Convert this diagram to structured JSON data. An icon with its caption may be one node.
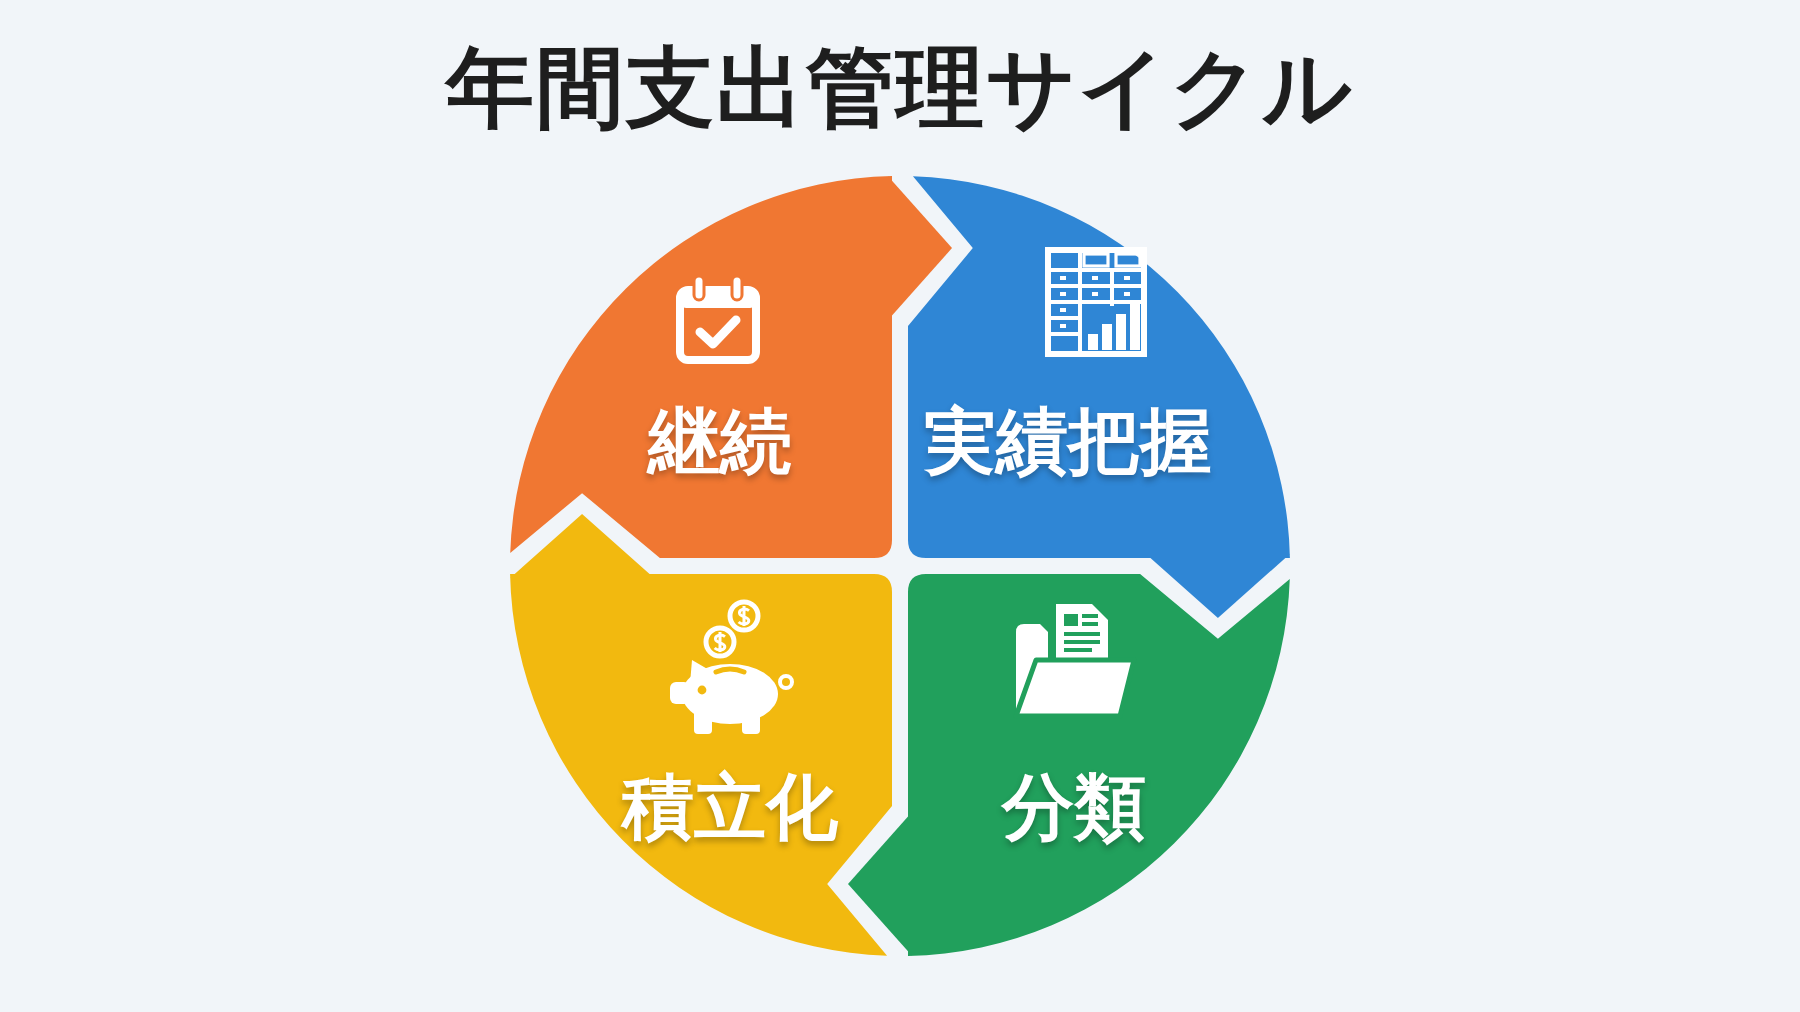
{
  "diagram": {
    "title": "年間支出管理サイクル",
    "nodes": [
      {
        "text": [
          "実績把握"
        ]
      },
      {
        "text": [
          "分類"
        ]
      },
      {
        "text": [
          "積立化"
        ]
      },
      {
        "text": [
          "継続"
        ]
      }
    ],
    "edges": [
      {
        "from": 0,
        "to": 1,
        "arrow": "to"
      },
      {
        "from": 1,
        "to": 2,
        "arrow": "to"
      },
      {
        "from": 2,
        "to": 3,
        "arrow": "to"
      },
      {
        "from": 3,
        "to": 0,
        "arrow": "to"
      }
    ]
  }
}
